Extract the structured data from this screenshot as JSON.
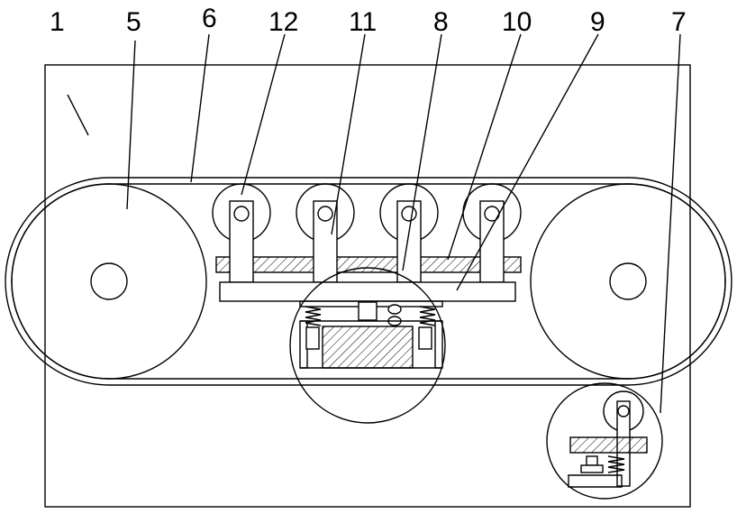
{
  "figure": {
    "background": "#ffffff",
    "line_color": "#000000",
    "part_labels": [
      "1",
      "5",
      "6",
      "12",
      "11",
      "8",
      "10",
      "9",
      "7"
    ]
  }
}
